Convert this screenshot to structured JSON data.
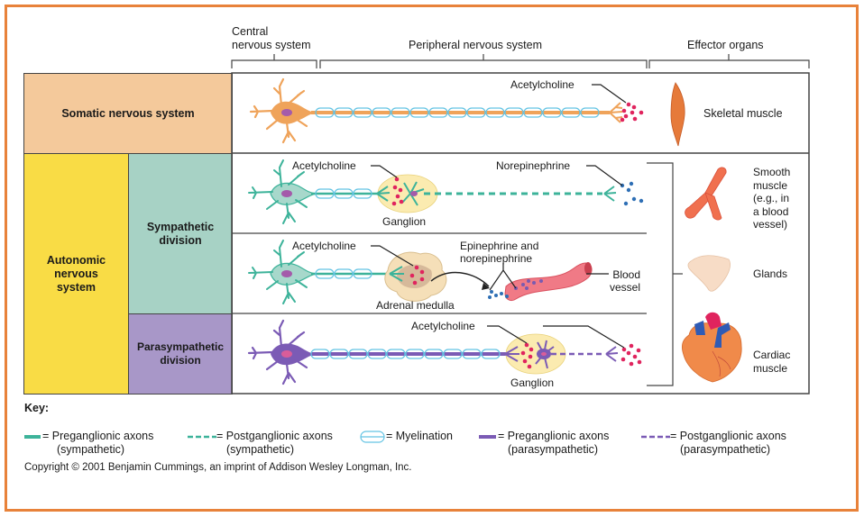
{
  "headers": {
    "central": [
      "Central",
      "nervous system"
    ],
    "peripheral": "Peripheral nervous system",
    "effector": "Effector organs"
  },
  "rows": {
    "somatic": "Somatic nervous system",
    "autonomic": [
      "Autonomic",
      "nervous",
      "system"
    ],
    "sympathetic": [
      "Sympathetic",
      "division"
    ],
    "parasympathetic": [
      "Parasympathetic",
      "division"
    ]
  },
  "labels": {
    "somatic_neurotransmitter": "Acetylcholine",
    "symp1_neurotransmitter_pre": "Acetylcholine",
    "symp1_neurotransmitter_post": "Norepinephrine",
    "symp1_ganglion": "Ganglion",
    "symp2_neurotransmitter_pre": "Acetylcholine",
    "symp2_adrenal": "Adrenal medulla",
    "symp2_hormones": [
      "Epinephrine and",
      "norepinephrine"
    ],
    "symp2_blood_vessel": [
      "Blood",
      "vessel"
    ],
    "para_neurotransmitter": "Acetylcholine",
    "para_ganglion": "Ganglion"
  },
  "effectors": {
    "skeletal": "Skeletal muscle",
    "smooth": [
      "Smooth",
      "muscle",
      "(e.g., in",
      "a blood",
      "vessel)"
    ],
    "glands": "Glands",
    "cardiac": [
      "Cardiac",
      "muscle"
    ]
  },
  "key": {
    "title": "Key:",
    "items": [
      {
        "icon": "solid-line-teal",
        "label": [
          "= Preganglionic axons",
          "(sympathetic)"
        ]
      },
      {
        "icon": "dashed-line-teal",
        "label": [
          "= Postganglionic axons",
          "(sympathetic)"
        ]
      },
      {
        "icon": "myelin-sheath",
        "label": [
          "= Myelination"
        ]
      },
      {
        "icon": "solid-line-purple",
        "label": [
          "= Preganglionic axons",
          "(parasympathetic)"
        ]
      },
      {
        "icon": "dashed-line-purple",
        "label": [
          "= Postganglionic axons",
          "(parasympathetic)"
        ]
      }
    ]
  },
  "copyright": "Copyright © 2001 Benjamin Cummings, an imprint of Addison Wesley Longman, Inc.",
  "colors": {
    "frame": "#E8823A",
    "somatic": "#F4C99B",
    "autonomic": "#F9DC45",
    "sympathetic": "#A7D2C5",
    "parasympathetic": "#A897C8",
    "somatic_neuron": "#EFA35A",
    "sympathetic_neuron": "#3DB39A",
    "parasympathetic_neuron": "#7B5BB5",
    "myelin": "#63C3E3",
    "acetylcholine": "#E0245E",
    "norepinephrine": "#2E6FB5"
  }
}
